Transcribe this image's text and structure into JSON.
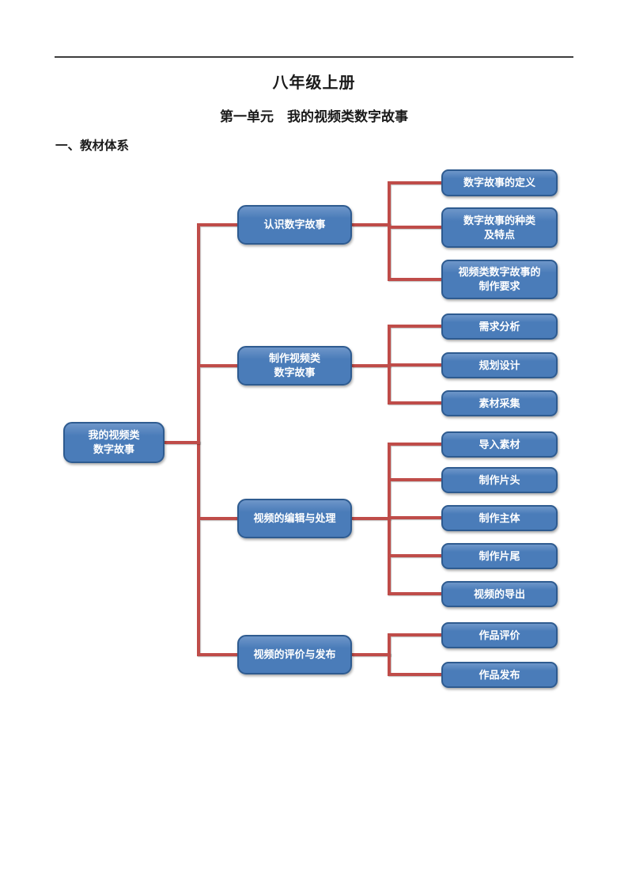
{
  "page": {
    "title": "八年级上册",
    "subtitle": "第一单元　我的视频类数字故事",
    "section_heading": "一、教材体系"
  },
  "diagram": {
    "type": "tree",
    "colors": {
      "node_fill": "#4a7cb9",
      "node_fill_top": "#6e96c9",
      "node_border": "#2e5b90",
      "node_text": "#ffffff",
      "connector": "#bf4c49"
    },
    "root": {
      "label": "我的视频类\n数字故事"
    },
    "groups": [
      {
        "label": "认识数字故事",
        "leaves": [
          "数字故事的定义",
          "数字故事的种类\n及特点",
          "视频类数字故事的\n制作要求"
        ]
      },
      {
        "label": "制作视频类\n数字故事",
        "leaves": [
          "需求分析",
          "规划设计",
          "素材采集"
        ]
      },
      {
        "label": "视频的编辑与处理",
        "leaves": [
          "导入素材",
          "制作片头",
          "制作主体",
          "制作片尾",
          "视频的导出"
        ]
      },
      {
        "label": "视频的评价与发布",
        "leaves": [
          "作品评价",
          "作品发布"
        ]
      }
    ]
  }
}
